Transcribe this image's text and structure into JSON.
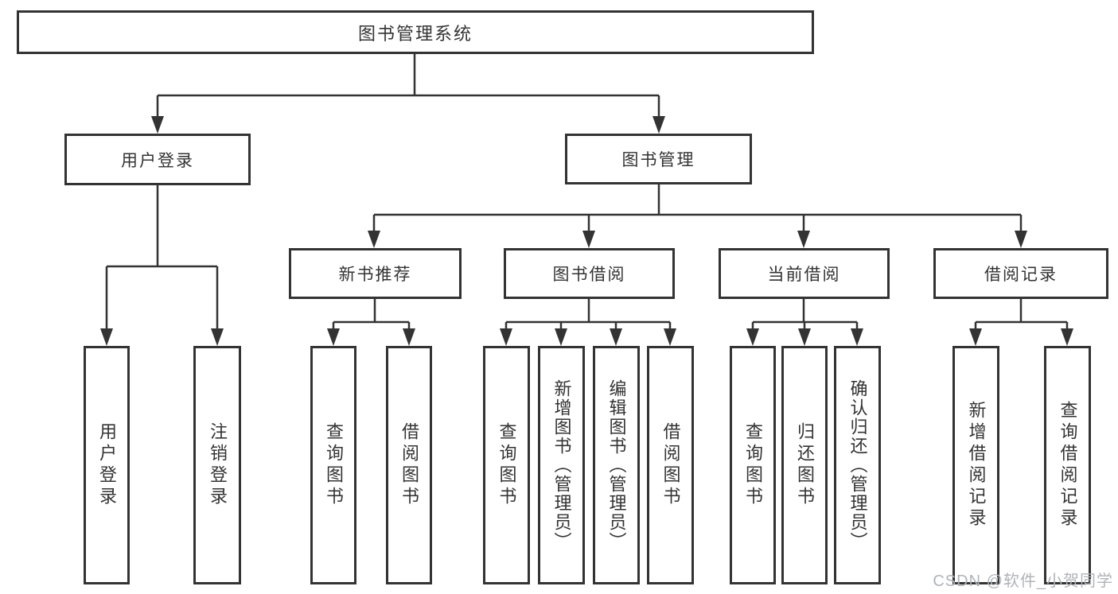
{
  "diagram": {
    "title": "图书管理系统",
    "level2": [
      {
        "label": "用户登录"
      },
      {
        "label": "图书管理"
      }
    ],
    "level3": [
      {
        "label": "新书推荐"
      },
      {
        "label": "图书借阅"
      },
      {
        "label": "当前借阅"
      },
      {
        "label": "借阅记录"
      }
    ],
    "leaves": {
      "login": [
        "用户登录",
        "注销登录"
      ],
      "recommend": [
        "查询图书",
        "借阅图书"
      ],
      "borrow": [
        "查询图书",
        "新增图书（管理员）",
        "编辑图书（管理员）",
        "借阅图书"
      ],
      "current": [
        "查询图书",
        "归还图书",
        "确认归还（管理员）"
      ],
      "records": [
        "新增借阅记录",
        "查询借阅记录"
      ]
    }
  },
  "watermark": {
    "text": "CSDN @软件_小贺同学"
  },
  "colors": {
    "line": "#333333",
    "box_border": "#333333",
    "text": "#333333",
    "watermark": "#b0b3b8",
    "background": "#ffffff"
  }
}
